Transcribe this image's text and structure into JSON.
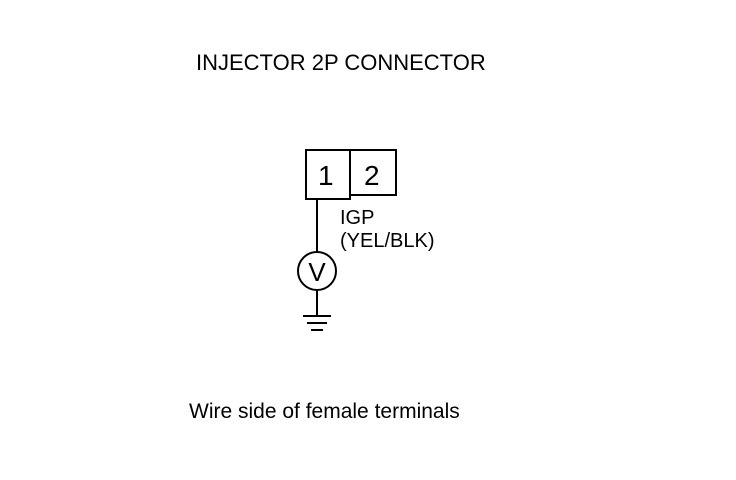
{
  "title": "INJECTOR 2P CONNECTOR",
  "connector": {
    "terminals": [
      "1",
      "2"
    ]
  },
  "wire": {
    "signal": "IGP",
    "color_code": "(YEL/BLK)"
  },
  "meter": {
    "symbol": "V"
  },
  "caption": "Wire side of female terminals",
  "icons": {
    "meter": "voltmeter-icon",
    "ground": "ground-icon"
  },
  "colors": {
    "line": "#000000",
    "background": "#ffffff"
  }
}
